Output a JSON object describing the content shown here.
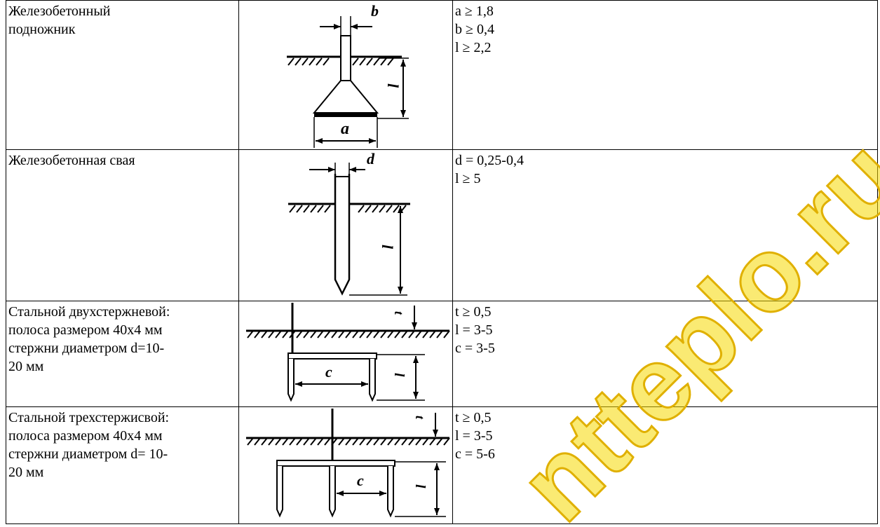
{
  "rows": [
    {
      "desc": [
        "Железобетонный",
        "подножник"
      ],
      "params": [
        "a ≥ 1,8",
        "b ≥ 0,4",
        "l ≥ 2,2"
      ],
      "labels": {
        "a": "a",
        "b": "b",
        "l": "l"
      }
    },
    {
      "desc": [
        "Железобетонная свая"
      ],
      "params": [
        "d = 0,25-0,4",
        "l ≥ 5"
      ],
      "labels": {
        "d": "d",
        "l": "l"
      }
    },
    {
      "desc": [
        "Стальной двухстержневой:",
        "полоса размером 40х4 мм",
        "стержни диаметром d=10-",
        "20 мм"
      ],
      "params": [
        "t ≥ 0,5",
        "l = 3-5",
        "с = 3-5"
      ],
      "labels": {
        "t": "t",
        "c": "c",
        "l": "l"
      }
    },
    {
      "desc": [
        "Стальной трехстержисвой:",
        "полоса размером 40х4 мм",
        "стержни диаметром d= 10-",
        "20 мм"
      ],
      "params": [
        "t ≥ 0,5",
        "l = 3-5",
        "с = 5-6"
      ],
      "labels": {
        "t": "t",
        "c": "c",
        "l": "l"
      }
    }
  ],
  "watermark": {
    "text": "ntteplo.ru",
    "fill": "#F6D800",
    "stroke": "#E0B000"
  }
}
